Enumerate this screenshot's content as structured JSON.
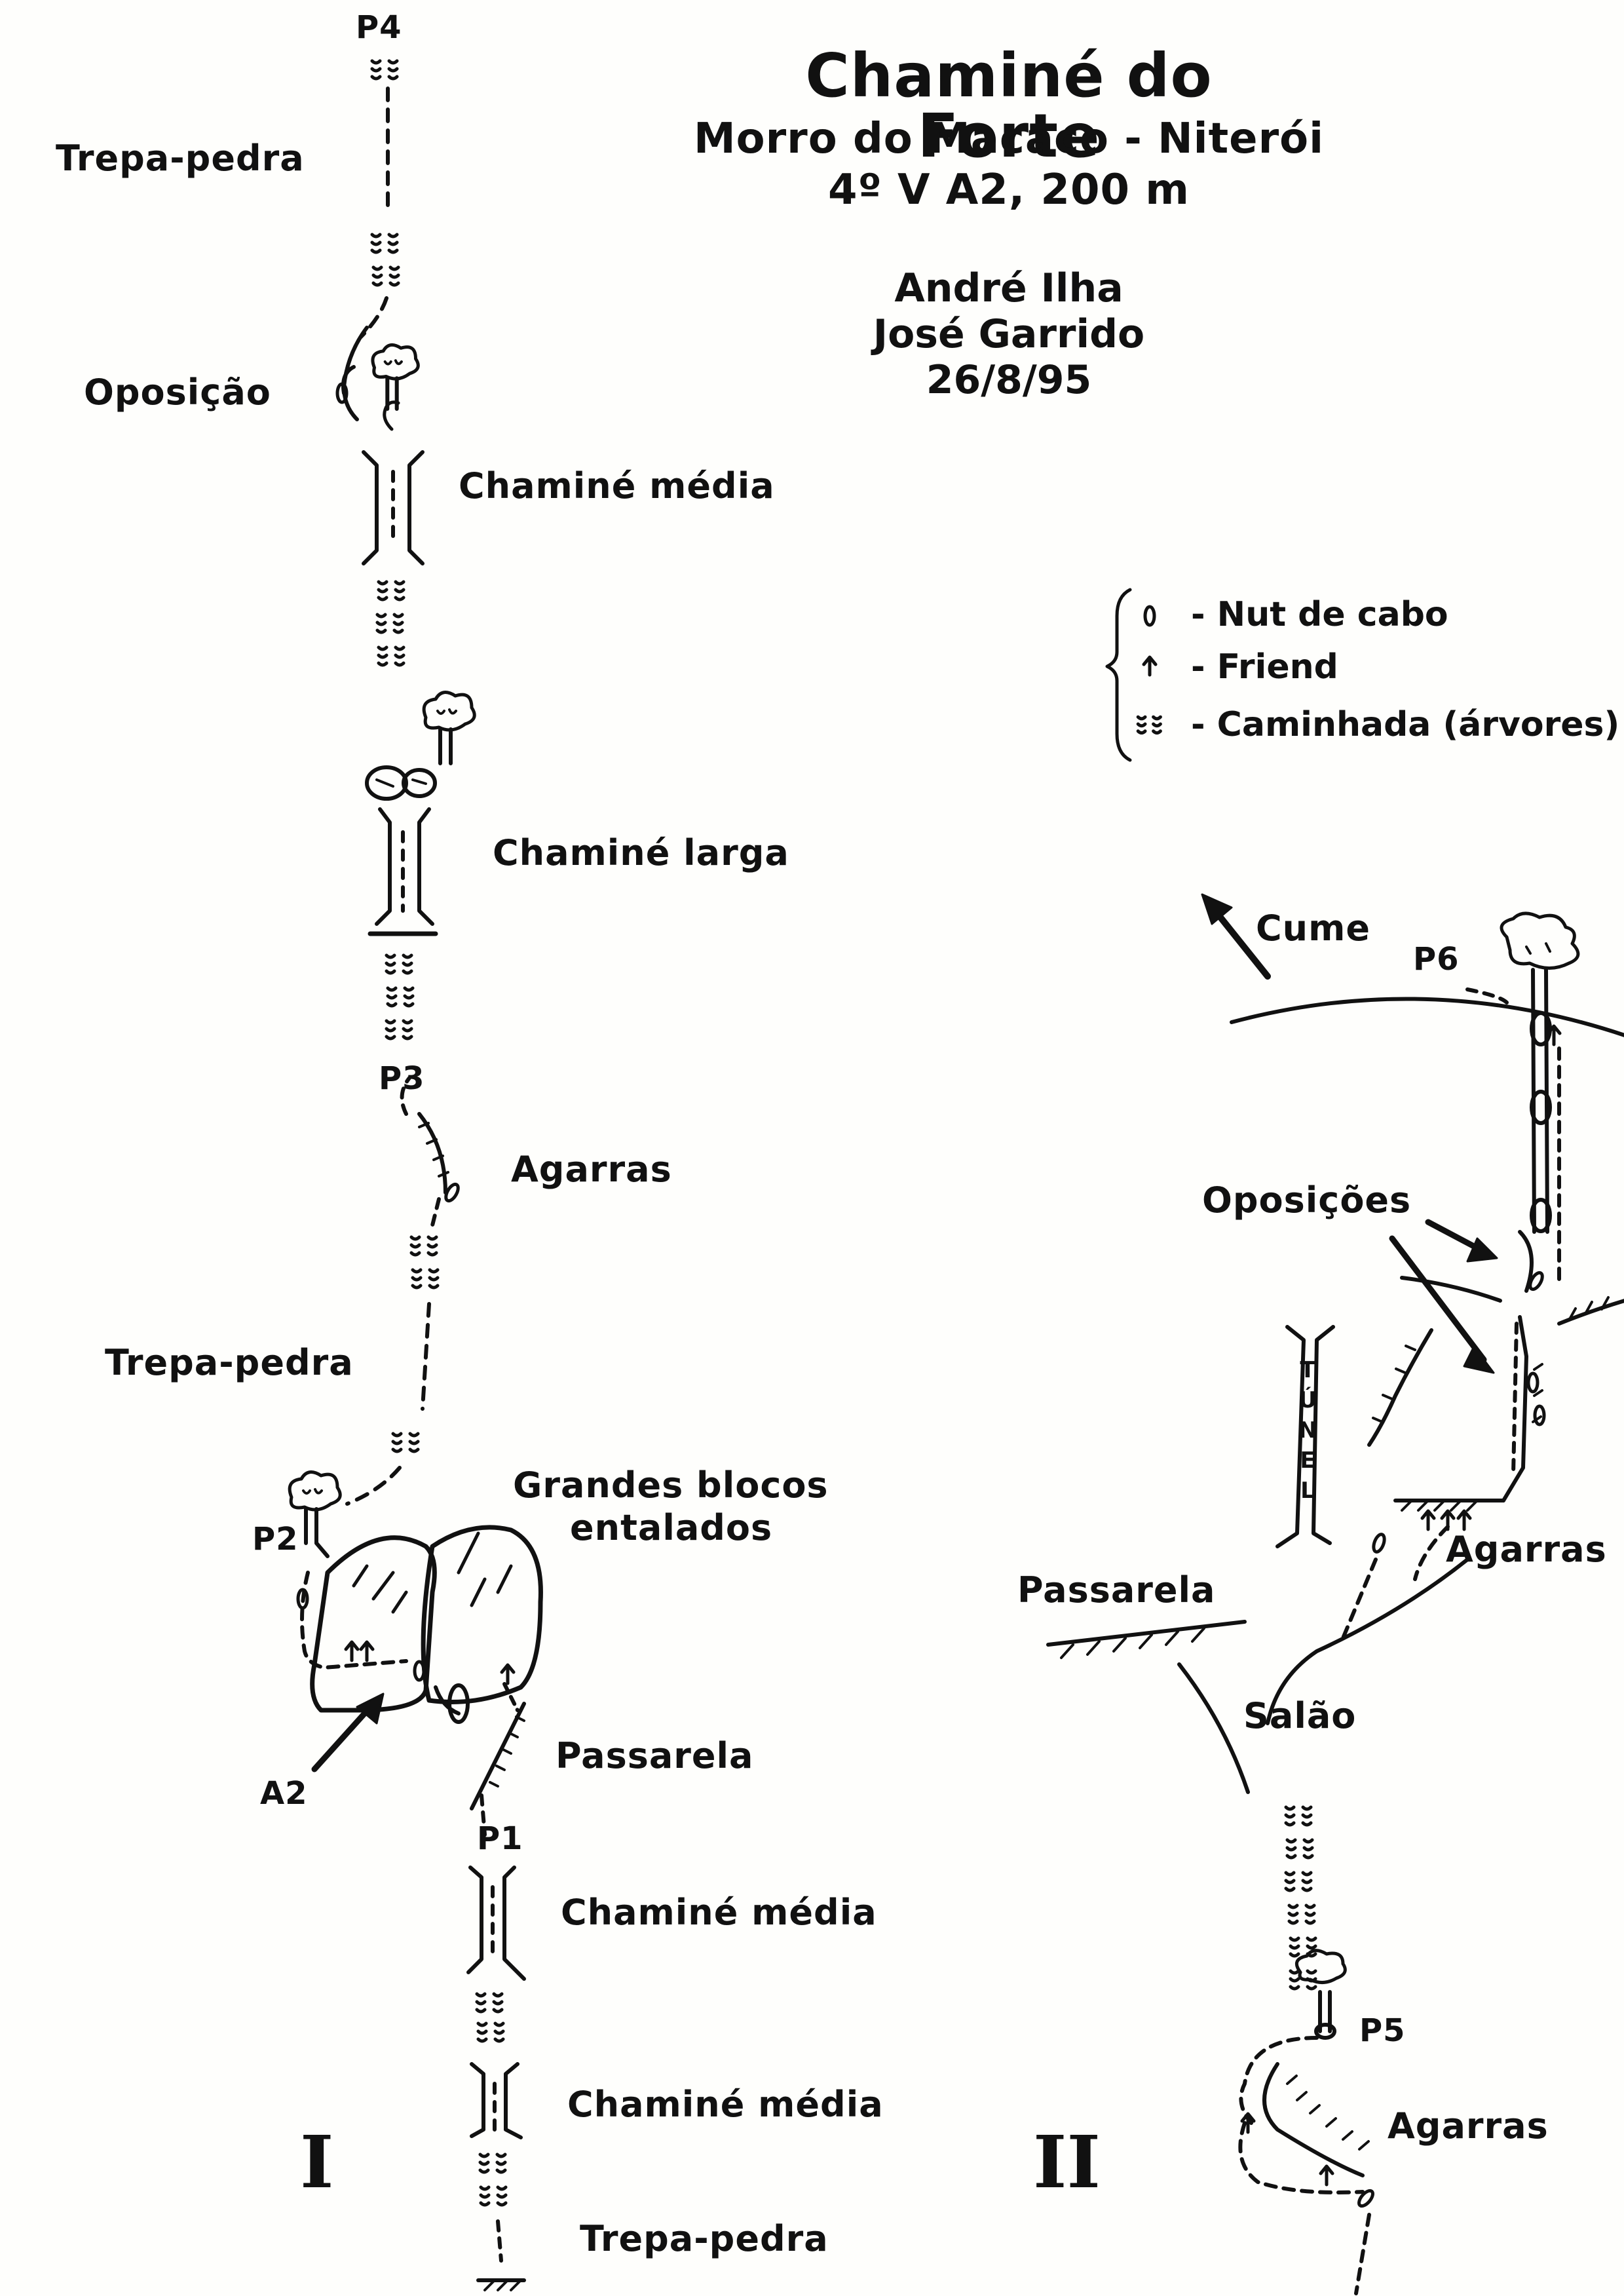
{
  "title": "Chaminé do Forte",
  "location": "Morro do Macaco - Niterói",
  "grade": "4º V A2, 200 m",
  "authors": [
    "André Ilha",
    "José Garrido"
  ],
  "date": "26/8/95",
  "legend": {
    "nut": "- Nut de cabo",
    "friend": "- Friend",
    "walk": "- Caminhada (árvores)"
  },
  "section_one": {
    "numeral": "I",
    "belays": {
      "p1": "P1",
      "p2": "P2",
      "p3": "P3",
      "p4": "P4"
    },
    "labels": {
      "trepa_top": "Trepa-pedra",
      "oposicao": "Oposição",
      "chamine_media_top": "Chaminé média",
      "chamine_larga": "Chaminé larga",
      "agarras": "Agarras",
      "trepa_mid": "Trepa-pedra",
      "blocos_1": "Grandes blocos",
      "blocos_2": "entalados",
      "passarela": "Passarela",
      "a2": "A2",
      "chamine_media_1": "Chaminé média",
      "chamine_media_2": "Chaminé média",
      "trepa_bottom": "Trepa-pedra"
    }
  },
  "section_two": {
    "numeral": "II",
    "belays": {
      "p5": "P5",
      "p6": "P6"
    },
    "labels": {
      "cume": "Cume",
      "oposicoes": "Oposições",
      "tunel": [
        "T",
        "Ú",
        "N",
        "E",
        "L"
      ],
      "agarras_top": "Agarras",
      "passarela": "Passarela",
      "salao": "Salão",
      "agarras_bottom": "Agarras"
    }
  }
}
